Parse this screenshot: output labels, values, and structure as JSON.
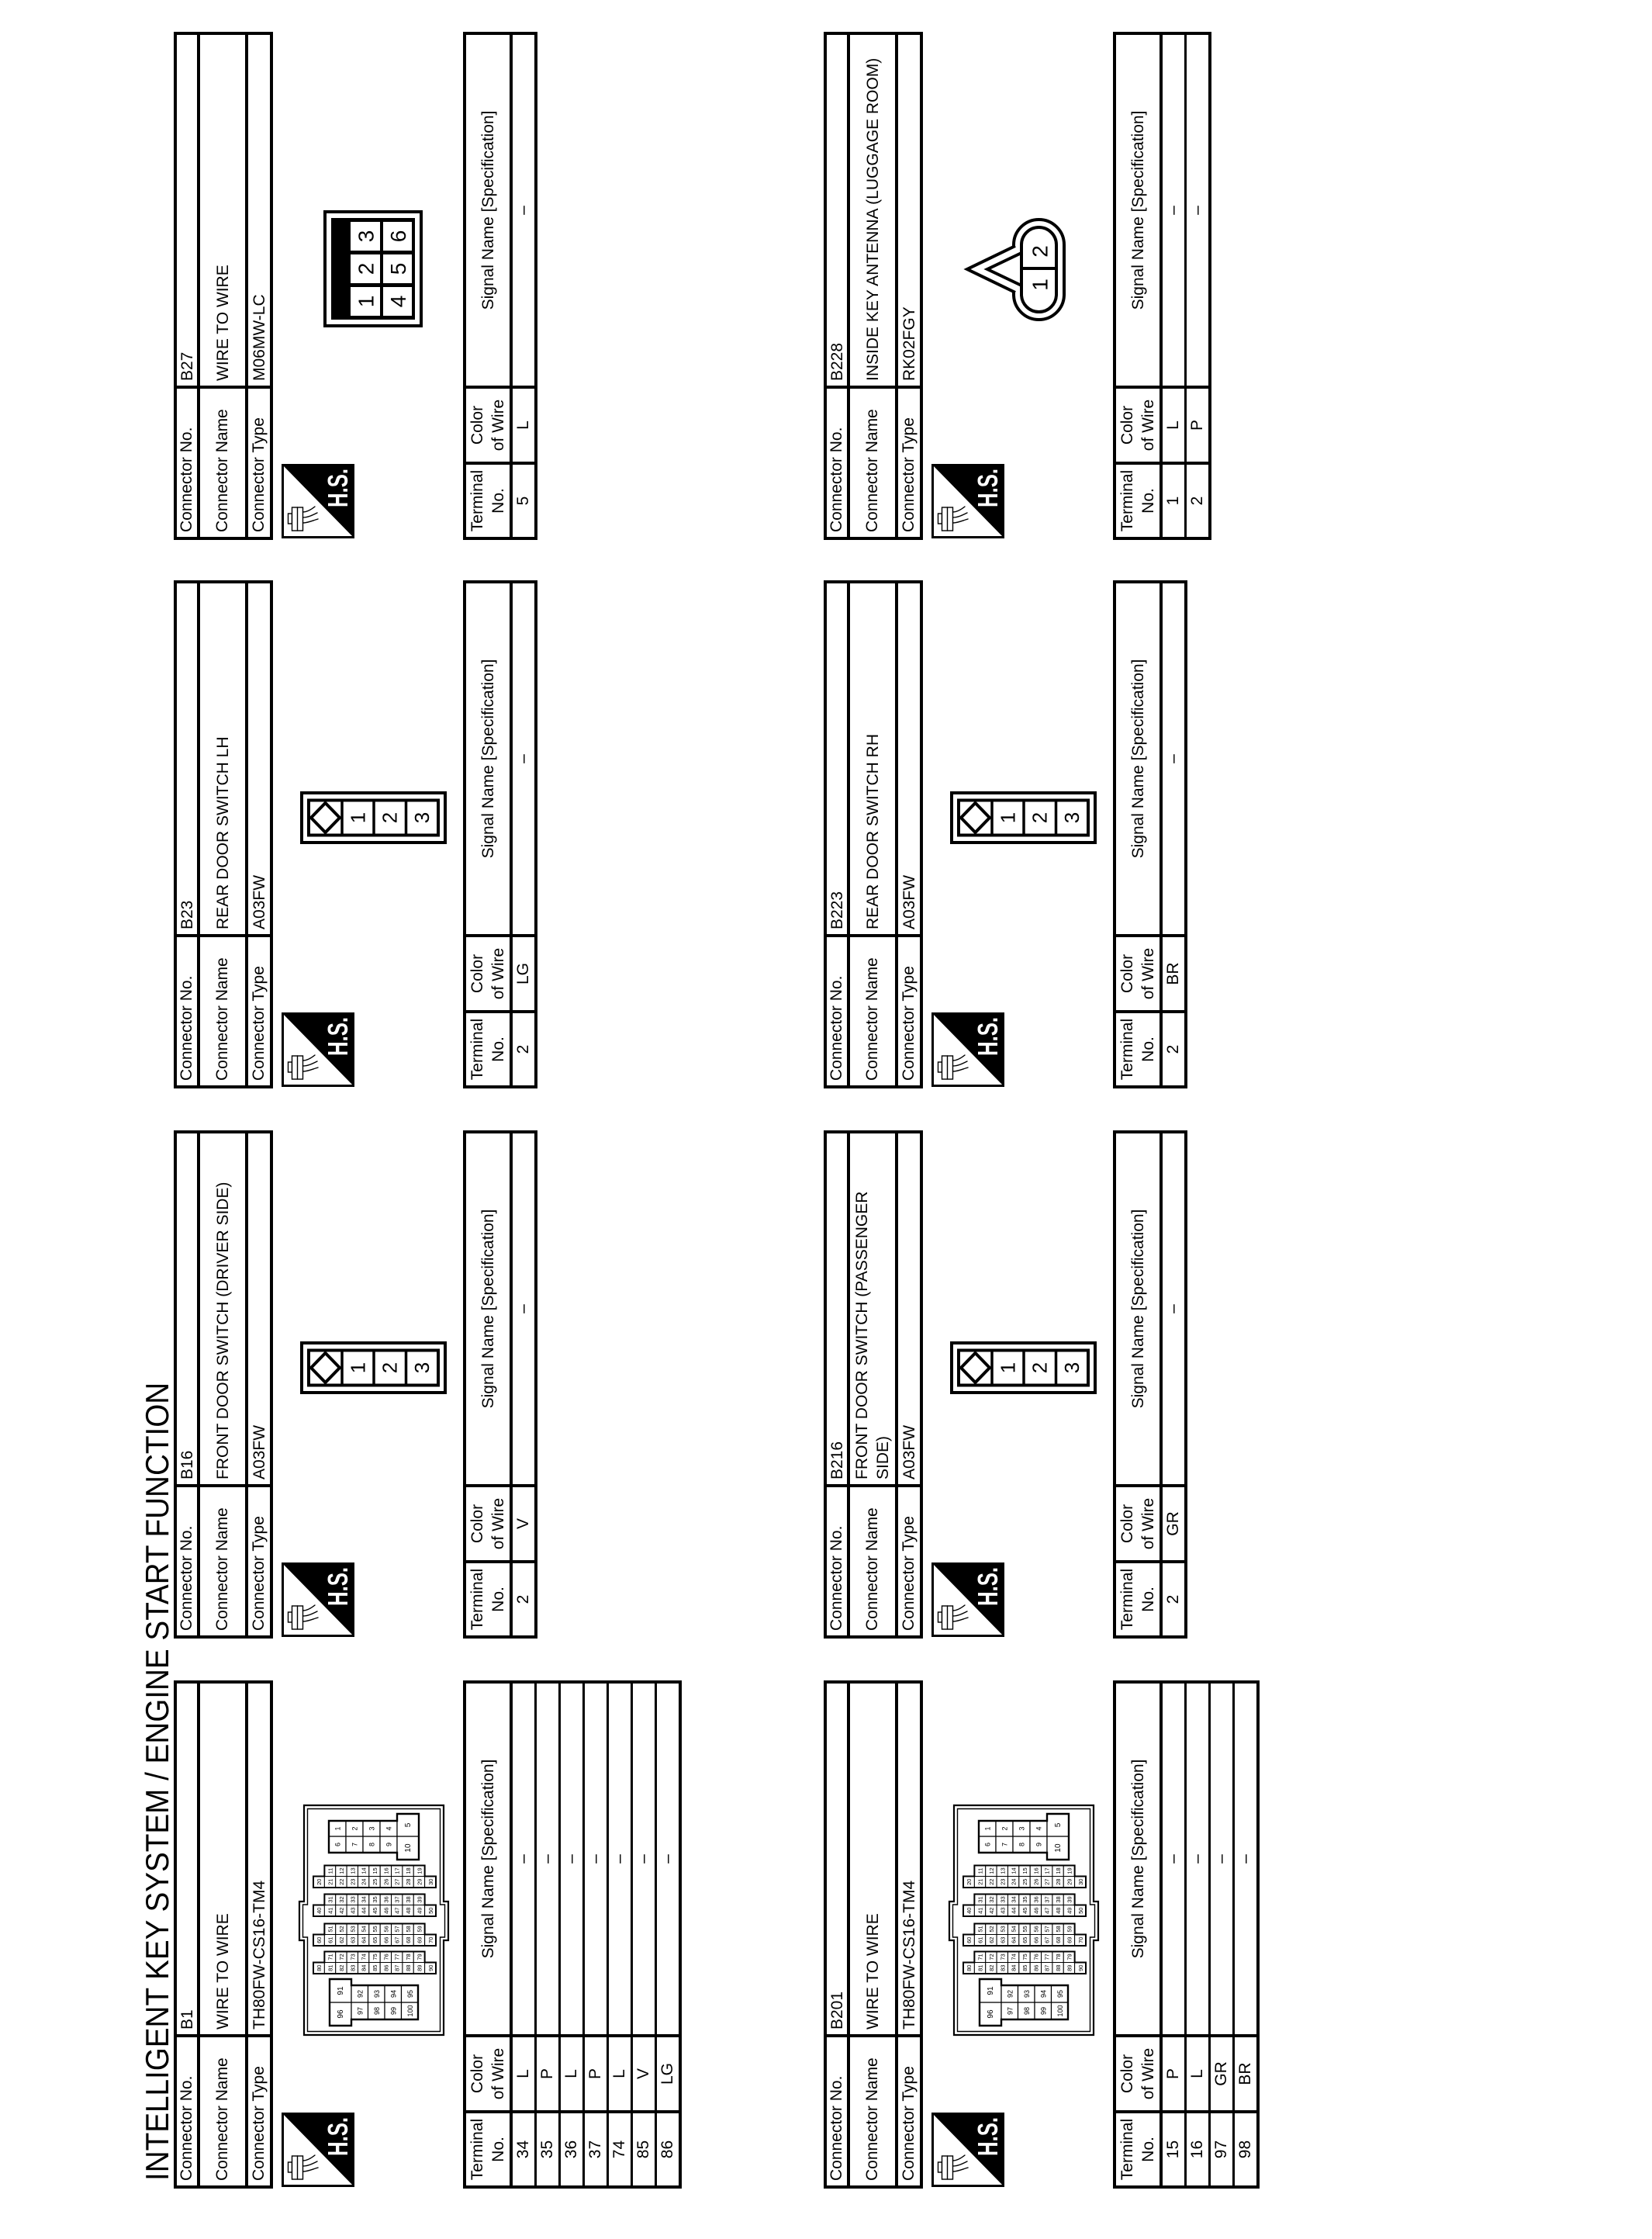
{
  "page": {
    "title": "INTELLIGENT KEY SYSTEM / ENGINE START FUNCTION"
  },
  "labels": {
    "connector_no": "Connector No.",
    "connector_name": "Connector Name",
    "connector_type": "Connector Type",
    "terminal_line1": "Terminal",
    "terminal_line2": "No.",
    "color_line1": "Color",
    "color_line2": "of Wire",
    "signal_name": "Signal Name [Specification]"
  },
  "hs_icon": {
    "label": "H.S.",
    "icon": "harness-side-connector-icon"
  },
  "connectors": [
    {
      "no": "B1",
      "name": "WIRE TO WIRE",
      "type": "TH80FW-CS16-TM4",
      "rows": [
        {
          "terminal": "34",
          "color": "L",
          "signal": "–"
        },
        {
          "terminal": "35",
          "color": "P",
          "signal": "–"
        },
        {
          "terminal": "36",
          "color": "L",
          "signal": "–"
        },
        {
          "terminal": "37",
          "color": "P",
          "signal": "–"
        },
        {
          "terminal": "74",
          "color": "L",
          "signal": "–"
        },
        {
          "terminal": "85",
          "color": "V",
          "signal": "–"
        },
        {
          "terminal": "86",
          "color": "LG",
          "signal": "–"
        }
      ]
    },
    {
      "no": "B16",
      "name": "FRONT DOOR SWITCH (DRIVER SIDE)",
      "type": "A03FW",
      "rows": [
        {
          "terminal": "2",
          "color": "V",
          "signal": "–"
        }
      ]
    },
    {
      "no": "B23",
      "name": "REAR DOOR SWITCH LH",
      "type": "A03FW",
      "rows": [
        {
          "terminal": "2",
          "color": "LG",
          "signal": "–"
        }
      ]
    },
    {
      "no": "B27",
      "name": "WIRE TO WIRE",
      "type": "M06MW-LC",
      "rows": [
        {
          "terminal": "5",
          "color": "L",
          "signal": "–"
        }
      ]
    },
    {
      "no": "B201",
      "name": "WIRE TO WIRE",
      "type": "TH80FW-CS16-TM4",
      "rows": [
        {
          "terminal": "15",
          "color": "P",
          "signal": "–"
        },
        {
          "terminal": "16",
          "color": "L",
          "signal": "–"
        },
        {
          "terminal": "97",
          "color": "GR",
          "signal": "–"
        },
        {
          "terminal": "98",
          "color": "BR",
          "signal": "–"
        }
      ]
    },
    {
      "no": "B216",
      "name": "FRONT DOOR SWITCH (PASSENGER\nSIDE)",
      "type": "A03FW",
      "rows": [
        {
          "terminal": "2",
          "color": "GR",
          "signal": "–"
        }
      ]
    },
    {
      "no": "B223",
      "name": "REAR DOOR SWITCH RH",
      "type": "A03FW",
      "rows": [
        {
          "terminal": "2",
          "color": "BR",
          "signal": "–"
        }
      ]
    },
    {
      "no": "B228",
      "name": "INSIDE KEY ANTENNA (LUGGAGE ROOM)",
      "type": "RK02FGY",
      "rows": [
        {
          "terminal": "1",
          "color": "L",
          "signal": "–"
        },
        {
          "terminal": "2",
          "color": "P",
          "signal": "–"
        }
      ]
    }
  ],
  "faces": {
    "TH80FW-CS16-TM4": {
      "shape": "th80",
      "left_group": {
        "big": [
          "96",
          "91"
        ],
        "col_a": [
          "97",
          "98",
          "99",
          "100"
        ],
        "col_b": [
          "92",
          "93",
          "94",
          "95"
        ]
      },
      "pairs": [
        {
          "long": [
            "80",
            "81",
            "82",
            "83",
            "84",
            "85",
            "86",
            "87",
            "88",
            "89",
            "90"
          ],
          "short": [
            "71",
            "72",
            "73",
            "74",
            "75",
            "76",
            "77",
            "78",
            "79"
          ]
        },
        {
          "long": [
            "60",
            "61",
            "62",
            "63",
            "64",
            "65",
            "66",
            "67",
            "68",
            "69",
            "70"
          ],
          "short": [
            "51",
            "52",
            "53",
            "54",
            "55",
            "56",
            "57",
            "58",
            "59"
          ]
        },
        {
          "long": [
            "40",
            "41",
            "42",
            "43",
            "44",
            "45",
            "46",
            "47",
            "48",
            "49",
            "50"
          ],
          "short": [
            "31",
            "32",
            "33",
            "34",
            "35",
            "36",
            "37",
            "38",
            "39"
          ]
        },
        {
          "long": [
            "20",
            "21",
            "22",
            "23",
            "24",
            "25",
            "26",
            "27",
            "28",
            "29",
            "30"
          ],
          "short": [
            "11",
            "12",
            "13",
            "14",
            "15",
            "16",
            "17",
            "18",
            "19"
          ]
        }
      ],
      "right_group": {
        "col_a": [
          "6",
          "7",
          "8",
          "9"
        ],
        "col_b": [
          "1",
          "2",
          "3",
          "4"
        ],
        "big": [
          "10",
          "5"
        ]
      }
    },
    "A03FW": {
      "shape": "single-row",
      "pins": [
        "1",
        "2",
        "3"
      ],
      "marker": "diamond-guide-icon"
    },
    "M06MW-LC": {
      "shape": "grid",
      "rows": [
        [
          "1",
          "2",
          "3"
        ],
        [
          "4",
          "5",
          "6"
        ]
      ]
    },
    "RK02FGY": {
      "shape": "oval",
      "pins": [
        "1",
        "2"
      ],
      "marker": "triangle-guide-icon"
    }
  }
}
